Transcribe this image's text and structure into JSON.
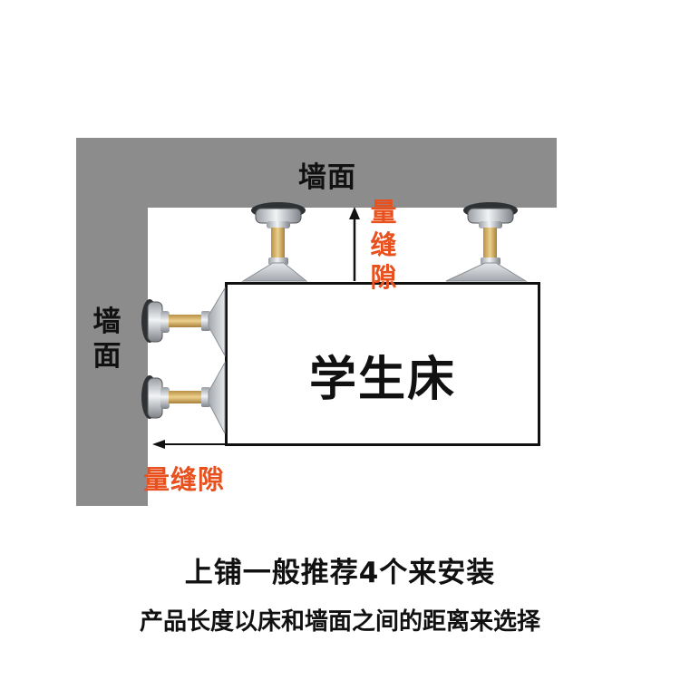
{
  "diagram": {
    "wall_label_top": "墙面",
    "wall_label_left": "墙面",
    "bed_label": "学生床",
    "gap_label_vertical": "量缝隙",
    "gap_label_horizontal": "量缝隙"
  },
  "captions": {
    "line1": "上铺一般推荐4个来安装",
    "line2": "产品长度以床和墙面之间的距离来选择"
  },
  "colors": {
    "wall": "#8c8c8c",
    "accent": "#e8501e",
    "text": "#111111"
  }
}
